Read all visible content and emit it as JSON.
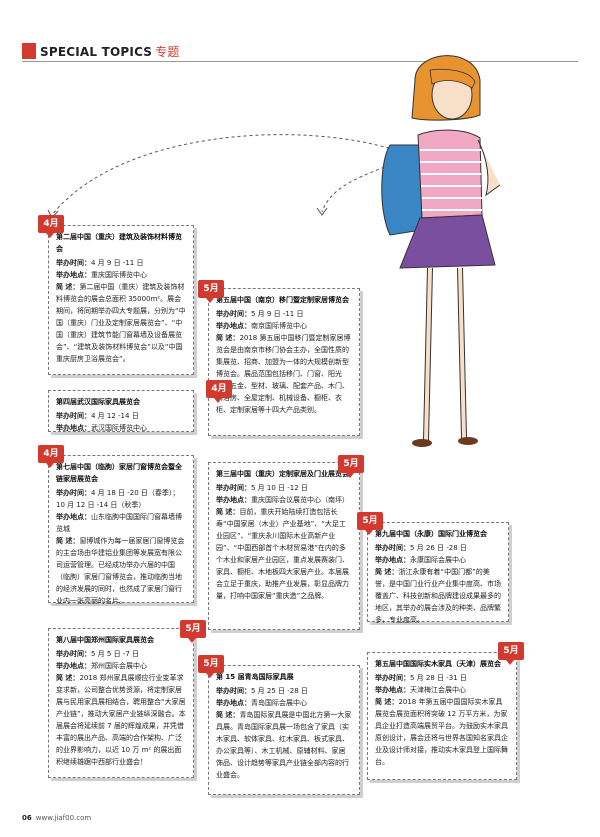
{
  "header": {
    "title_en": "SPECIAL TOPICS",
    "title_cn": "专题"
  },
  "footer": {
    "page": "06",
    "site": "www.jiaf00.com"
  },
  "labels": {
    "time": "举办时间：",
    "place": "举办地点：",
    "intro": "简  述："
  },
  "cards": [
    {
      "tag": "4月",
      "title": "第二届中国（重庆）建筑及装饰材料博览会",
      "time": "4 月 9 日 -11 日",
      "place": "重庆国际博览中心",
      "intro": "第二届中国（重庆）建筑及装饰材料博览会的展会总面积 35000m²。展会期间，将同期举办四大专题展，分别为“中国（重庆）门业及定制家居展览会”、“中国（重庆）建筑节能门窗幕墙及设备展览会”、“建筑及装饰材料博览会”以及“中国重庆厨房卫浴展览会”。"
    },
    {
      "tag": "5月",
      "title": "第五届中国（南京）移门暨定制家居博览会",
      "time": "5 月 9 日 -11 日",
      "place": "南京国际博览中心",
      "intro": "2018 第五届中国移门暨定制家居博览会是由南京市移门协会主办，全国性质的集展览、招商、加盟为一体的大规模创新型博览会。展品范围包括移门、门窗、阳光房、五金、型材、玻璃、配套产品、木门、淋浴房、全屋定制、机械设备、橱柜、衣柜、定制家居等十四大产品类别。"
    },
    {
      "tag": "4月",
      "title": "第四届武汉国际家具展览会",
      "time": "4 月 12 -14 日",
      "place": "武汉国际博览中心",
      "intro": ""
    },
    {
      "tag": "4月",
      "title": "第七届中国（临朐）家居门窗博览会暨全链家居展览会",
      "time": "4 月 18 日 -20 日（春季）；10 月 12 日 -14 日（秋季）",
      "place": "山东临朐中国国际门窗幕墙博览城",
      "intro": "窗博城作为每一届家居门窗博览会的主会场由华建铝业集团等发展宽有限公司运营管理。已经成功举办六届的中国（临朐）家居门窗博览会，推动临朐当地的经济发展的同时，也然成了家居门窗行业内一张亮丽的名片。"
    },
    {
      "tag": "5月",
      "title": "第三届中国（重庆）定制家居及门业展览会",
      "time": "5 月 10 日 -12 日",
      "place": "重庆国际会议展览中心（南坪）",
      "intro": "目前，重庆开始陆续打造包括长寿“中国家居（木业）产业基地”、“大足工业园区”、“重庆永川国际木业高新产业园”、“中国西部首个木材贸易港”在内的多个木业和家居产业园区，重点发展赛装门、家具、橱柜、木地板四大家居产业。本届展会立足于重庆，助推产业发展，彰显品牌力量，打响中国家居“重庆造”之品牌。"
    },
    {
      "tag": "5月",
      "title": "第九届中国（永康）国际门业博览会",
      "time": "5 月 26 日 -28 日",
      "place": "永康国际会展中心",
      "intro": "浙江永康有着“中国门都”的美誉，是中国门业行业产业集中度高、市场覆盖广、科技创新和品牌建设成果最多的地区，其举办的展会涉及的种类、品牌繁多，专业度高。"
    },
    {
      "tag": "5月",
      "title": "第八届中国郑州国际家具展览会",
      "time": "5 月 5 日 -7 日",
      "place": "郑州国际会展中心",
      "intro": "2018 郑州家具展顺应行业变革求变求新，公司整合优势资源，将定制家居展与民用家具展相结合，聘用整合“大家居产业链”，推动大家居产业链纵深融合。本届展会将延续前 7 届的辉煌成果，并凭借丰富的展出产品、高端的合作架构、广泛的业界影响力，以近 10 万 m² 的展出面积继续雄踞中西部行业盛会！"
    },
    {
      "tag": "5月",
      "title": "第 15 届青岛国际家具展",
      "time": "5 月 25 日 -28 日",
      "place": "青岛国际会展中心",
      "intro": "青岛国际家具展是中国北方第一大家具展。青岛国际家具展一场包含了家具（实木家具、软体家具、红木家具、板式家具、办公家具等）、木工机械、原辅材料、家居饰品、设计趋势等家具产业链全部内容的行业盛会。"
    },
    {
      "tag": "5月",
      "title": "第五届中国国际实木家具（天津）展览会",
      "time": "5 月 28 日 -31 日",
      "place": "天津梅江会展中心",
      "intro": "2018 年第五届中国国际实木家具展览会展览面积将突破 12 万平方米，为家具企业打造高端展贸平台。为鼓励实木家具原创设计，展会还将与世界各国知名家具企业及设计师对接，推动实木家具登上国际舞台。"
    }
  ]
}
